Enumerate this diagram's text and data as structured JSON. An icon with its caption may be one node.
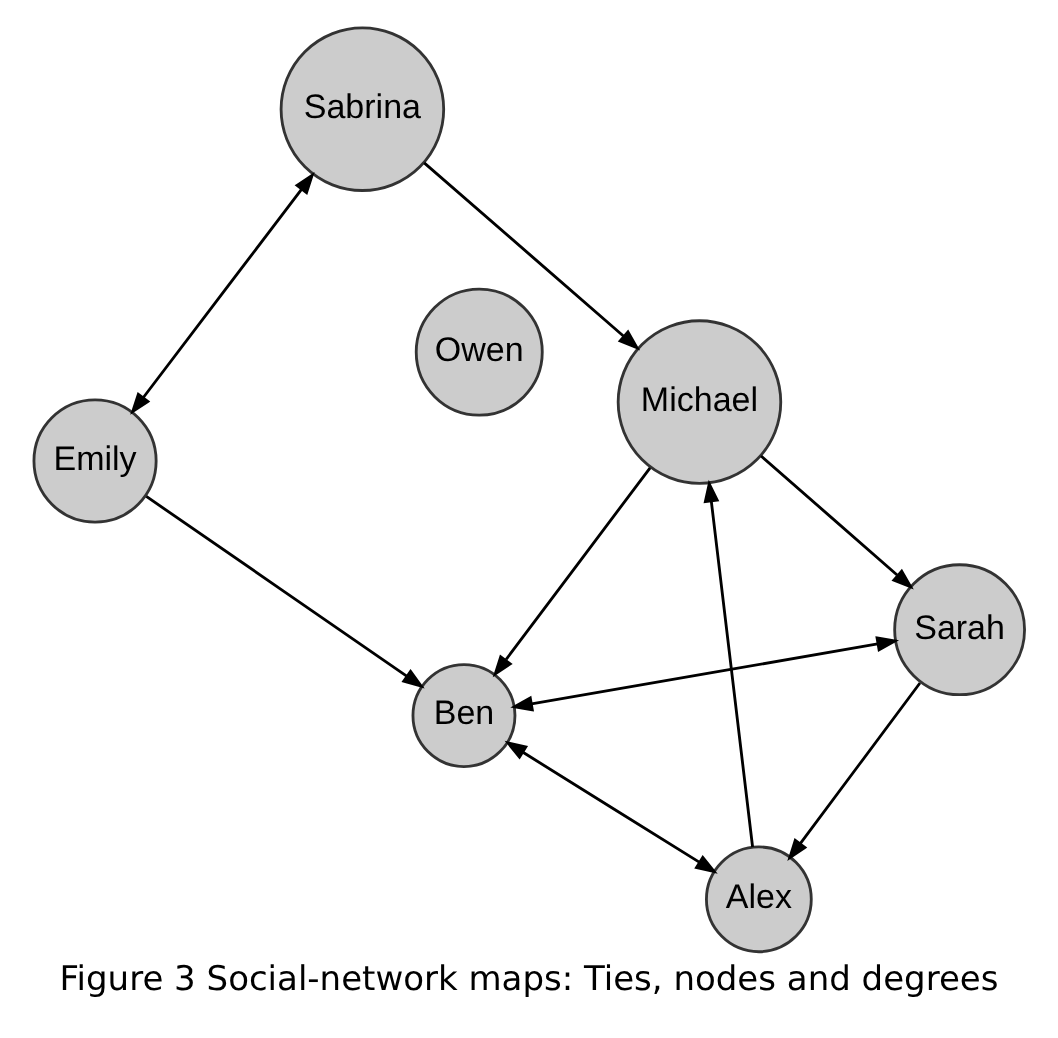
{
  "diagram": {
    "caption": "Figure 3 Social-network maps: Ties, nodes and degrees",
    "nodes": [
      {
        "text": [
          "Owen"
        ]
      },
      {
        "text": [
          "Sarah"
        ]
      },
      {
        "text": [
          "Emily"
        ]
      },
      {
        "text": [
          "Alex"
        ]
      },
      {
        "text": [
          "Ben"
        ]
      },
      {
        "text": [
          "Sabrina"
        ]
      },
      {
        "text": [
          "Michael"
        ]
      }
    ],
    "edges": [
      {
        "from": 1,
        "to": 3,
        "arrow": "to"
      },
      {
        "from": 1,
        "to": 4,
        "arrow": "both"
      },
      {
        "from": 3,
        "to": 4,
        "arrow": "both"
      },
      {
        "from": 3,
        "to": 6,
        "arrow": "to"
      },
      {
        "from": 6,
        "to": 1,
        "arrow": "to"
      },
      {
        "from": 6,
        "to": 4,
        "arrow": "to"
      },
      {
        "from": 2,
        "to": 4,
        "arrow": "to"
      },
      {
        "from": 2,
        "to": 5,
        "arrow": "both"
      },
      {
        "from": 5,
        "to": 6,
        "arrow": "to"
      }
    ]
  }
}
